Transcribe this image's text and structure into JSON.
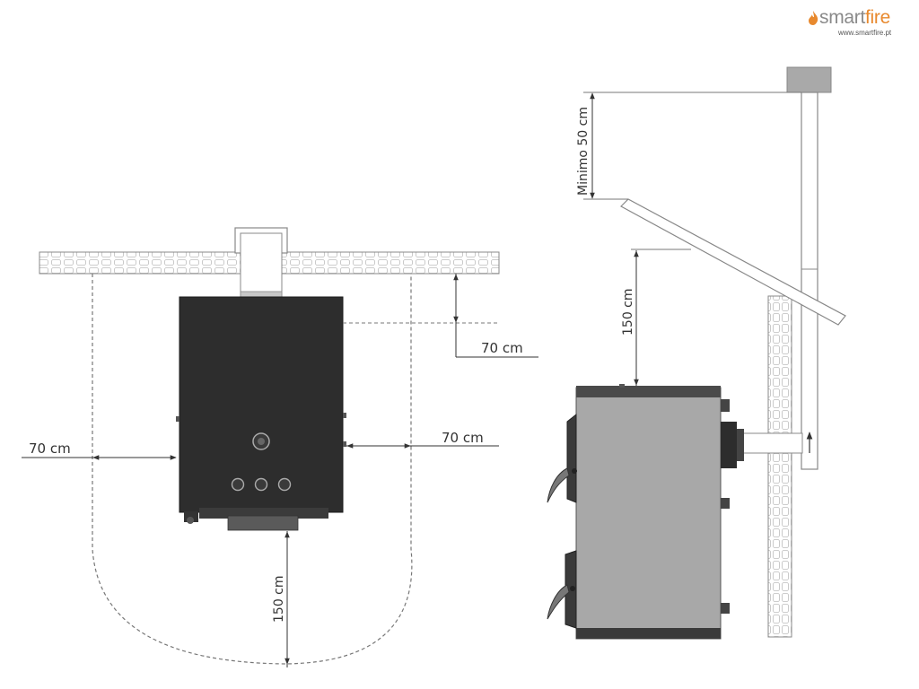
{
  "brand": {
    "name_part1": "smart",
    "name_part2": "fire",
    "url": "www.smartfire.pt",
    "accent_color": "#e8892e",
    "text_color": "#8a8a8a"
  },
  "top_view": {
    "dim_rear": "70 cm",
    "dim_left": "70 cm",
    "dim_right": "70 cm",
    "dim_front": "150 cm"
  },
  "side_view": {
    "dim_chimney_above_roof": "Minimo 50 cm",
    "dim_above_stove": "150 cm"
  },
  "colors": {
    "stove_body_top_view": "#2d2d2d",
    "stove_body_side_view": "#a8a8a8",
    "wall_outline": "#888888",
    "dashed_lines": "#777777"
  }
}
